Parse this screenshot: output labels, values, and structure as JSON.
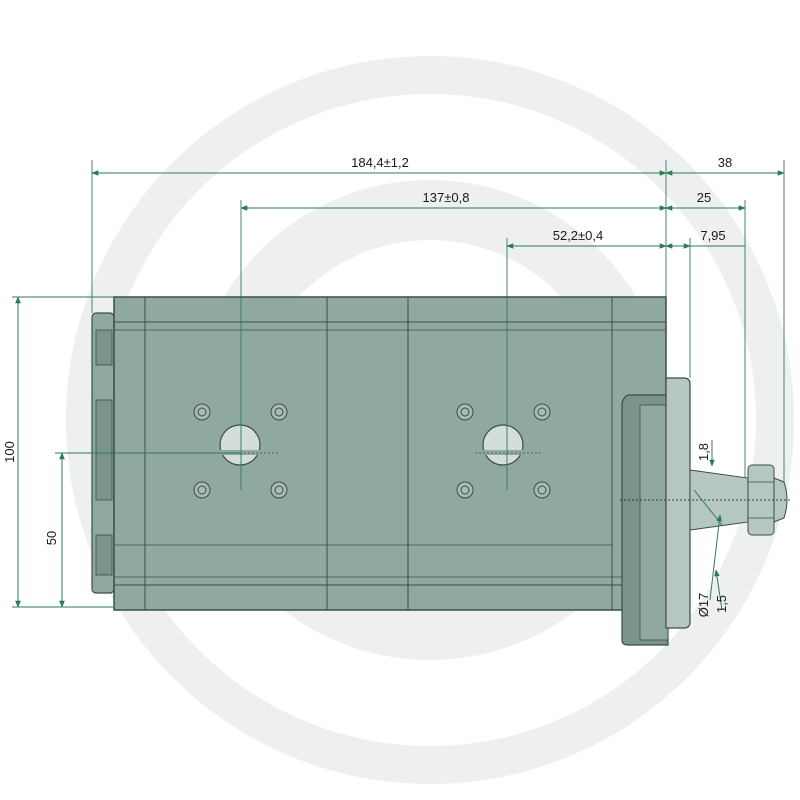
{
  "dimensions": {
    "overall_length": "184,4±1,2",
    "port_spacing": "137±0,8",
    "second_port_offset": "52,2±0,4",
    "shaft_total": "38",
    "shaft_length": "25",
    "shaft_step": "7,95",
    "height": "100",
    "half_height": "50",
    "key_width": "1,8",
    "shaft_diameter": "Ø17",
    "taper_offset": "1,5"
  },
  "colors": {
    "body_fill": "#8fa9a2",
    "body_dark": "#5c7570",
    "outline": "#3b4d49",
    "dimension_line": "#2e7a57",
    "watermark": "#eef0ef"
  },
  "icons": {
    "watermark": "granit-logo-watermark"
  }
}
